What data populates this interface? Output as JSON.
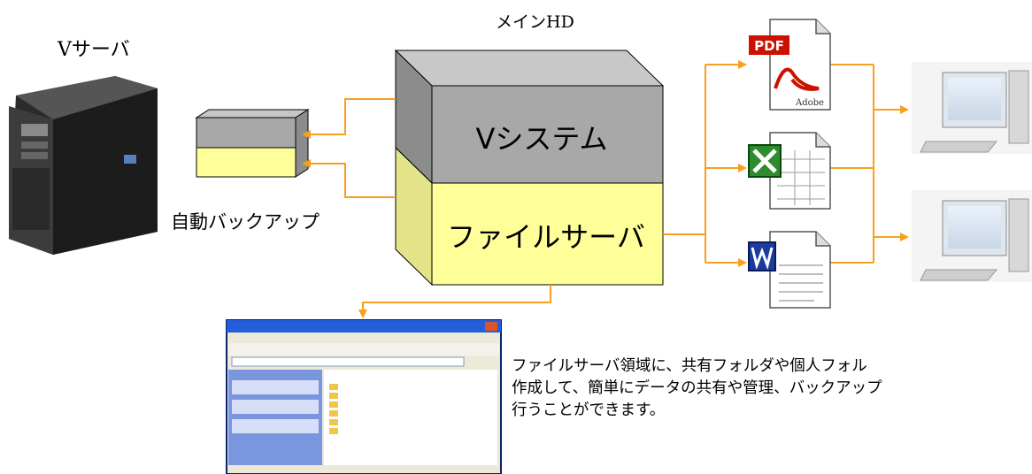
{
  "server": {
    "label": "Vサーバ"
  },
  "main_hd": {
    "label": "メインHD",
    "system_label": "Vシステム",
    "fileserver_label": "ファイルサーバ"
  },
  "backup": {
    "label": "自動バックアップ"
  },
  "files": [
    {
      "icon": "pdf-file-icon",
      "badge": "PDF",
      "vendor": "Adobe"
    },
    {
      "icon": "excel-file-icon"
    },
    {
      "icon": "word-file-icon"
    }
  ],
  "client_pcs": [
    {
      "icon": "desktop-pc-icon"
    },
    {
      "icon": "desktop-pc-icon"
    }
  ],
  "explorer": {
    "icon": "explorer-window-screenshot"
  },
  "description": {
    "line1": "ファイルサーバ領域に、共有フォルダや個人フォル",
    "line2": "作成して、簡単にデータの共有や管理、バックアップ",
    "line3": "行うことができます。"
  },
  "colors": {
    "arrow": "#f7a01e",
    "system_gray": "#a8a8a8",
    "fileserver_yellow": "#ffff99",
    "side_yellow": "#e3e38a",
    "side_gray": "#8c8c8c"
  }
}
